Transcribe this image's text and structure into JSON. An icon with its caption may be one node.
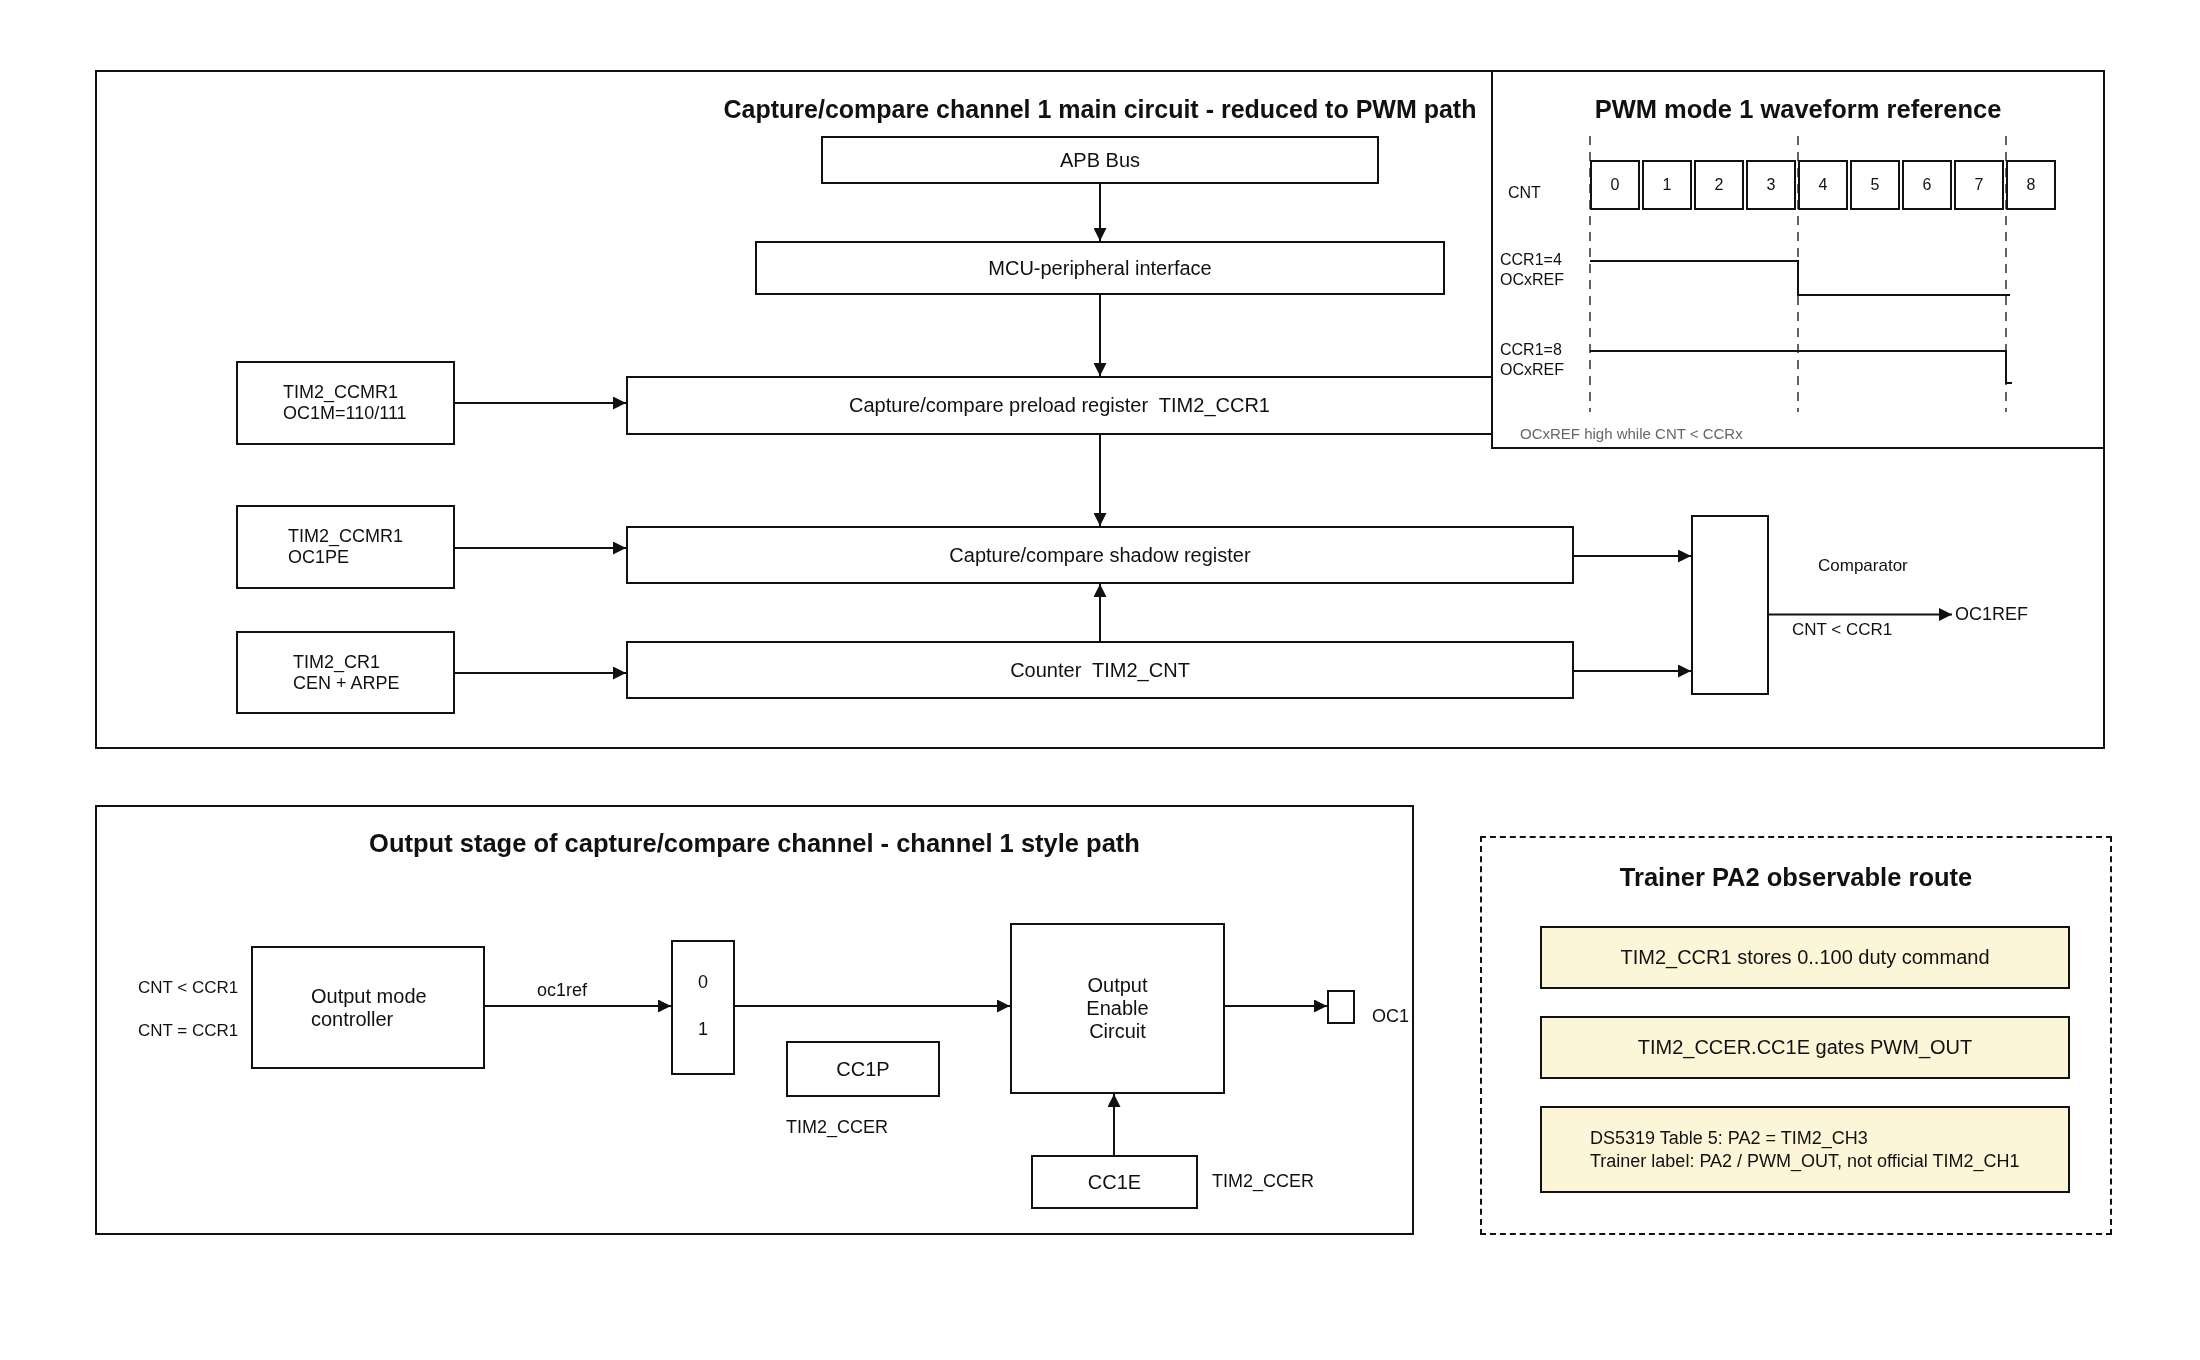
{
  "diagram": {
    "nodes": [
      {
        "text": [
          "Capture/compare channel 1 main circuit - reduced to PWM path"
        ]
      },
      {
        "text": [
          "PWM mode 1 waveform reference"
        ],
        "in": 0
      },
      {
        "text": [
          "0"
        ],
        "in": 1
      },
      {
        "text": [
          "1"
        ],
        "in": 1
      },
      {
        "text": [
          "2"
        ],
        "in": 1
      },
      {
        "text": [
          "3"
        ],
        "in": 1
      },
      {
        "text": [
          "4"
        ],
        "in": 1
      },
      {
        "text": [
          "5"
        ],
        "in": 1
      },
      {
        "text": [
          "6"
        ],
        "in": 1
      },
      {
        "text": [
          "7"
        ],
        "in": 1
      },
      {
        "text": [
          "8"
        ],
        "in": 1
      },
      {
        "text": [
          "APB Bus"
        ],
        "in": 0
      },
      {
        "text": [
          "MCU-peripheral interface"
        ],
        "in": 0
      },
      {
        "text": [
          "TIM2_CCMR1",
          "OC1M=110/111"
        ],
        "in": 0
      },
      {
        "text": [
          "Capture/compare preload register  TIM2_CCR1"
        ],
        "in": 0
      },
      {
        "text": [
          "TIM2_CCMR1",
          "OC1PE"
        ],
        "in": 0
      },
      {
        "text": [
          "Capture/compare shadow register"
        ],
        "in": 0
      },
      {
        "text": [],
        "shape": "box",
        "beside": [
          "Comparator"
        ],
        "in": 0
      },
      {
        "text": [
          "OC1REF"
        ],
        "in": 0
      },
      {
        "text": [
          "TIM2_CR1",
          "CEN + ARPE"
        ],
        "in": 0
      },
      {
        "text": [
          "Counter  TIM2_CNT"
        ],
        "in": 0
      },
      {
        "text": [
          "Output stage of capture/compare channel - channel 1 style path"
        ]
      },
      {
        "text": [
          "Output mode controller"
        ],
        "beside": [
          "CNT < CCR1",
          "CNT = CCR1"
        ],
        "in": 21
      },
      {
        "text": [
          "0",
          "1"
        ],
        "in": 21
      },
      {
        "text": [
          "Output Enable Circuit"
        ],
        "in": 21
      },
      {
        "text": [],
        "shape": "box",
        "beside": [
          "OC1"
        ],
        "in": 21
      },
      {
        "text": [
          "CC1P"
        ],
        "beside": [
          "TIM2_CCER"
        ],
        "in": 21
      },
      {
        "text": [
          "CC1E"
        ],
        "beside": [
          "TIM2_CCER"
        ],
        "in": 21
      },
      {
        "text": [
          "Trainer PA2 observable route"
        ]
      },
      {
        "text": [
          "TIM2_CCR1 stores 0..100 duty command"
        ],
        "in": 28
      },
      {
        "text": [
          "TIM2_CCER.CC1E gates PWM_OUT"
        ],
        "in": 28
      },
      {
        "text": [
          "DS5319 Table 5: PA2 = TIM2_CH3",
          "Trainer label: PA2 / PWM_OUT, not official TIM2_CH1"
        ],
        "in": 28
      }
    ],
    "edges": [
      {
        "from": 11,
        "to": 12,
        "arrow": "to"
      },
      {
        "from": 12,
        "to": 14,
        "arrow": "to"
      },
      {
        "from": 13,
        "to": 14,
        "arrow": "to"
      },
      {
        "from": 14,
        "to": 16,
        "arrow": "to"
      },
      {
        "from": 15,
        "to": 16,
        "arrow": "to"
      },
      {
        "from": 20,
        "to": 16,
        "arrow": "to"
      },
      {
        "from": 19,
        "to": 20,
        "arrow": "to"
      },
      {
        "from": 16,
        "to": 17,
        "arrow": "to"
      },
      {
        "from": 20,
        "to": 17,
        "arrow": "to"
      },
      {
        "from": 17,
        "to": 18,
        "arrow": "to",
        "label": "CNT < CCR1"
      },
      {
        "from": 22,
        "to": 23,
        "arrow": "to",
        "label": "oc1ref"
      },
      {
        "from": 23,
        "to": 24,
        "arrow": "to"
      },
      {
        "from": 27,
        "to": 24,
        "arrow": "to"
      },
      {
        "from": 24,
        "to": 25,
        "arrow": "to"
      }
    ],
    "labels": [
      "CNT",
      "CCR1=4",
      "OCxREF",
      "CCR1=8",
      "OCxREF",
      "OCxREF high while CNT < CCRx"
    ]
  }
}
